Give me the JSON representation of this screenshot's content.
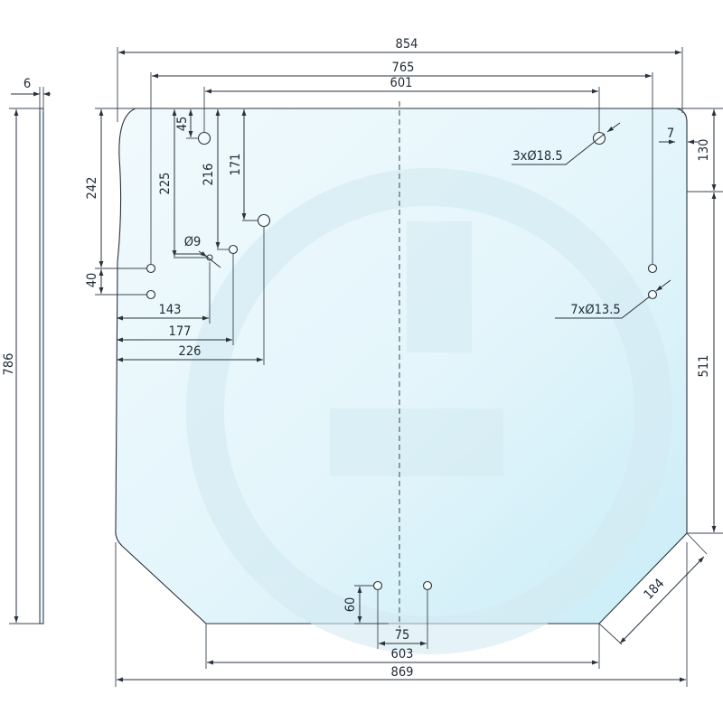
{
  "title": "",
  "glass_color": "#dff4fb",
  "outline_color": "#2a323c",
  "watermark_color": "#cfe7ef",
  "dimensions": {
    "overall_width_top": "854",
    "hole_span_outer": "765",
    "hole_span_inner": "601",
    "thickness": "6",
    "height_total": "786",
    "left_curve_height": "242",
    "hole_a_from_top": "225",
    "hole_b_from_top": "216",
    "hole_c_from_top": "171",
    "big_hole_from_top": "45",
    "hole_pitch_left": "40",
    "hole_a_from_left": "143",
    "hole_b_from_left": "177",
    "hole_c_from_left": "226",
    "hole_diameter_label": "Ø9",
    "big_holes_label": "3xØ18.5",
    "small_holes_label": "7xØ13.5",
    "right_notch_width": "7",
    "right_notch_height": "130",
    "right_straight_height": "511",
    "chamfer_length": "184",
    "bottom_hole_height": "60",
    "bottom_hole_pitch": "75",
    "bottom_edge_width": "603",
    "overall_width_bottom": "869"
  }
}
